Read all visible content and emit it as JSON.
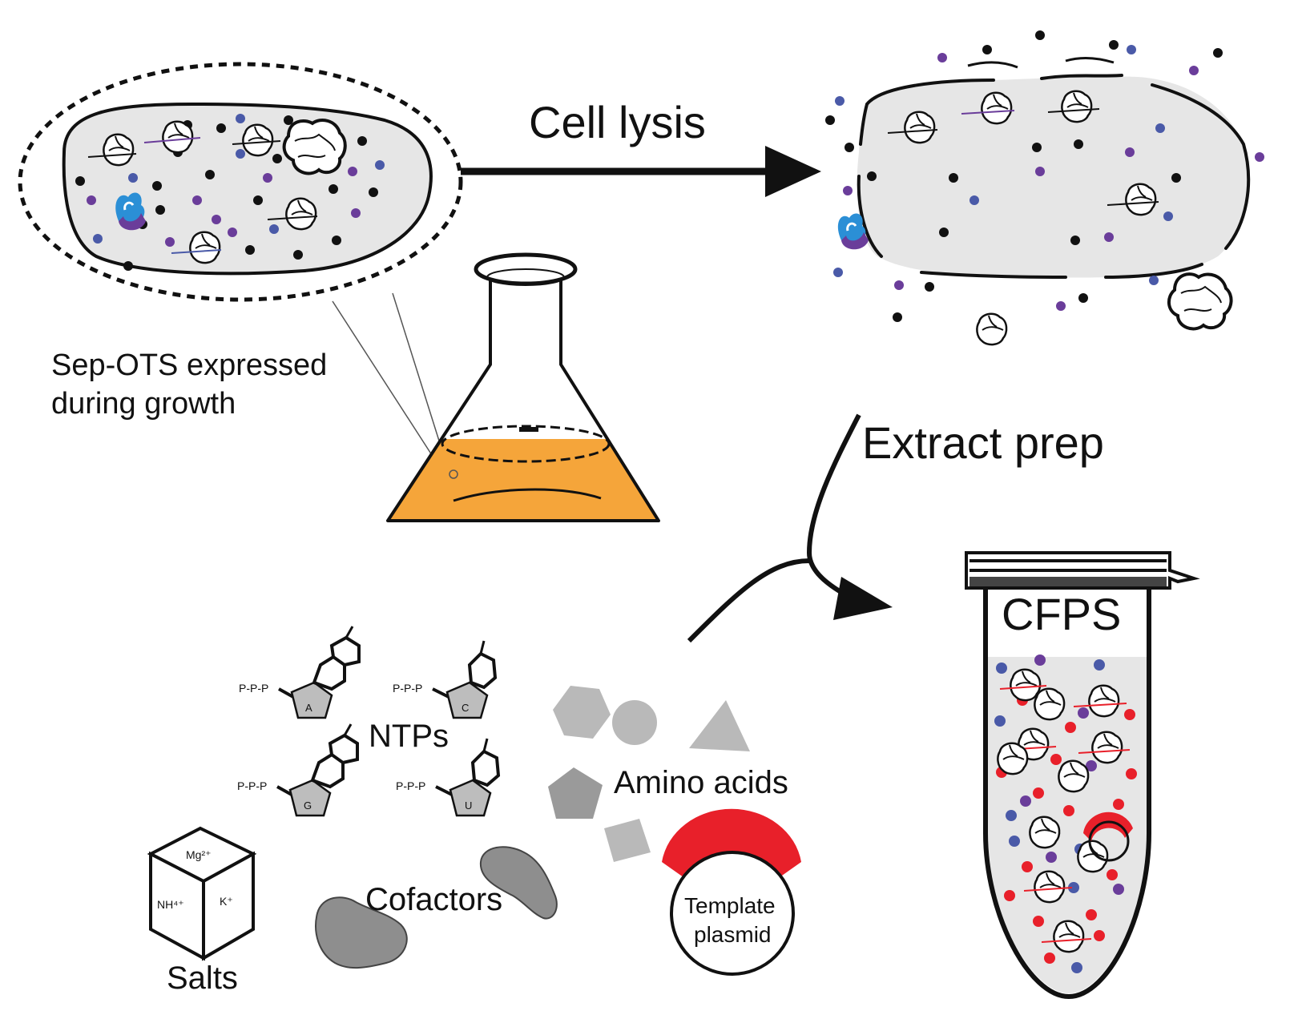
{
  "labels": {
    "cell_lysis": "Cell lysis",
    "sep_ots_line1": "Sep-OTS expressed",
    "sep_ots_line2": "during growth",
    "extract_prep": "Extract prep",
    "cfps": "CFPS",
    "ntps": "NTPs",
    "amino_acids": "Amino acids",
    "cofactors": "Cofactors",
    "salts": "Salts",
    "template_line1": "Template",
    "template_line2": "plasmid"
  },
  "nucleotides": [
    {
      "base": "A",
      "phosphate": "P-P-P"
    },
    {
      "base": "C",
      "phosphate": "P-P-P"
    },
    {
      "base": "G",
      "phosphate": "P-P-P"
    },
    {
      "base": "U",
      "phosphate": "P-P-P"
    }
  ],
  "salt_cube": {
    "top": "Mg²⁺",
    "left": "NH⁴⁺",
    "right": "K⁺"
  },
  "colors": {
    "black_dot": "#111111",
    "purple_dot": "#6a3d9a",
    "blue_dot": "#4a5aa8",
    "red_dot": "#e8202a",
    "cell_fill": "#e6e6e6",
    "flask_liquid": "#f5a53a",
    "amino_acid_gray": "#b9b9b9",
    "cofactor_gray": "#8e8e8e",
    "plasmid_red": "#e8202a",
    "tube_fill": "#e6e6e6"
  },
  "icons": [
    "ribosome-icon",
    "trna-icon",
    "plasmid-icon",
    "flask-icon",
    "tube-icon",
    "arrow-icon"
  ]
}
